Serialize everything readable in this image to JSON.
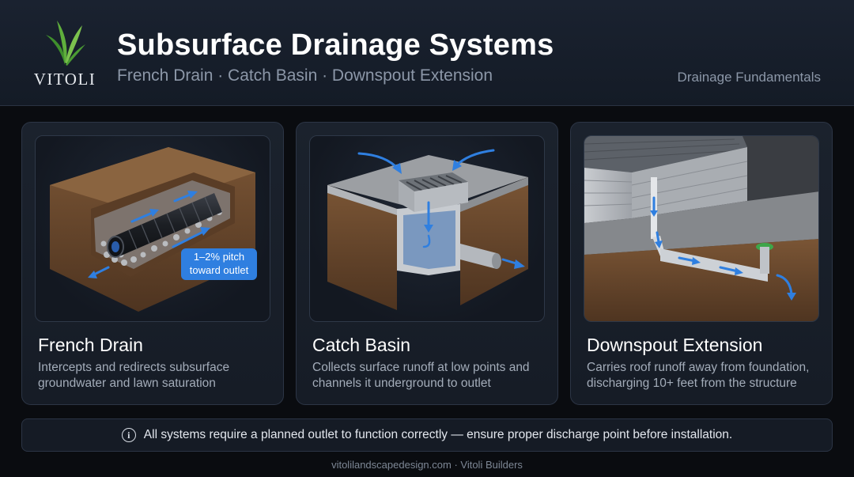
{
  "header": {
    "logo_text": "VITOLI",
    "title": "Subsurface Drainage Systems",
    "subtitle": "French Drain · Catch Basin · Downspout Extension",
    "tag": "Drainage Fundamentals"
  },
  "cards": [
    {
      "title": "French Drain",
      "description": "Intercepts and redirects subsurface groundwater and lawn saturation",
      "callout_line1": "1–2% pitch",
      "callout_line2": "toward outlet"
    },
    {
      "title": "Catch Basin",
      "description": "Collects surface runoff at low points and channels it underground to outlet"
    },
    {
      "title": "Downspout Extension",
      "description": "Carries roof runoff away from foundation, discharging 10+ feet from the structure"
    }
  ],
  "notice": {
    "icon": "i",
    "text": "All systems require a planned outlet to function correctly — ensure proper discharge point before installation."
  },
  "footer": "vitolilandscapedesign.com · Vitoli Builders",
  "colors": {
    "accent_blue": "#2f7fe0",
    "soil": "#6b4a30",
    "leaf_green": "#5fae3c"
  }
}
